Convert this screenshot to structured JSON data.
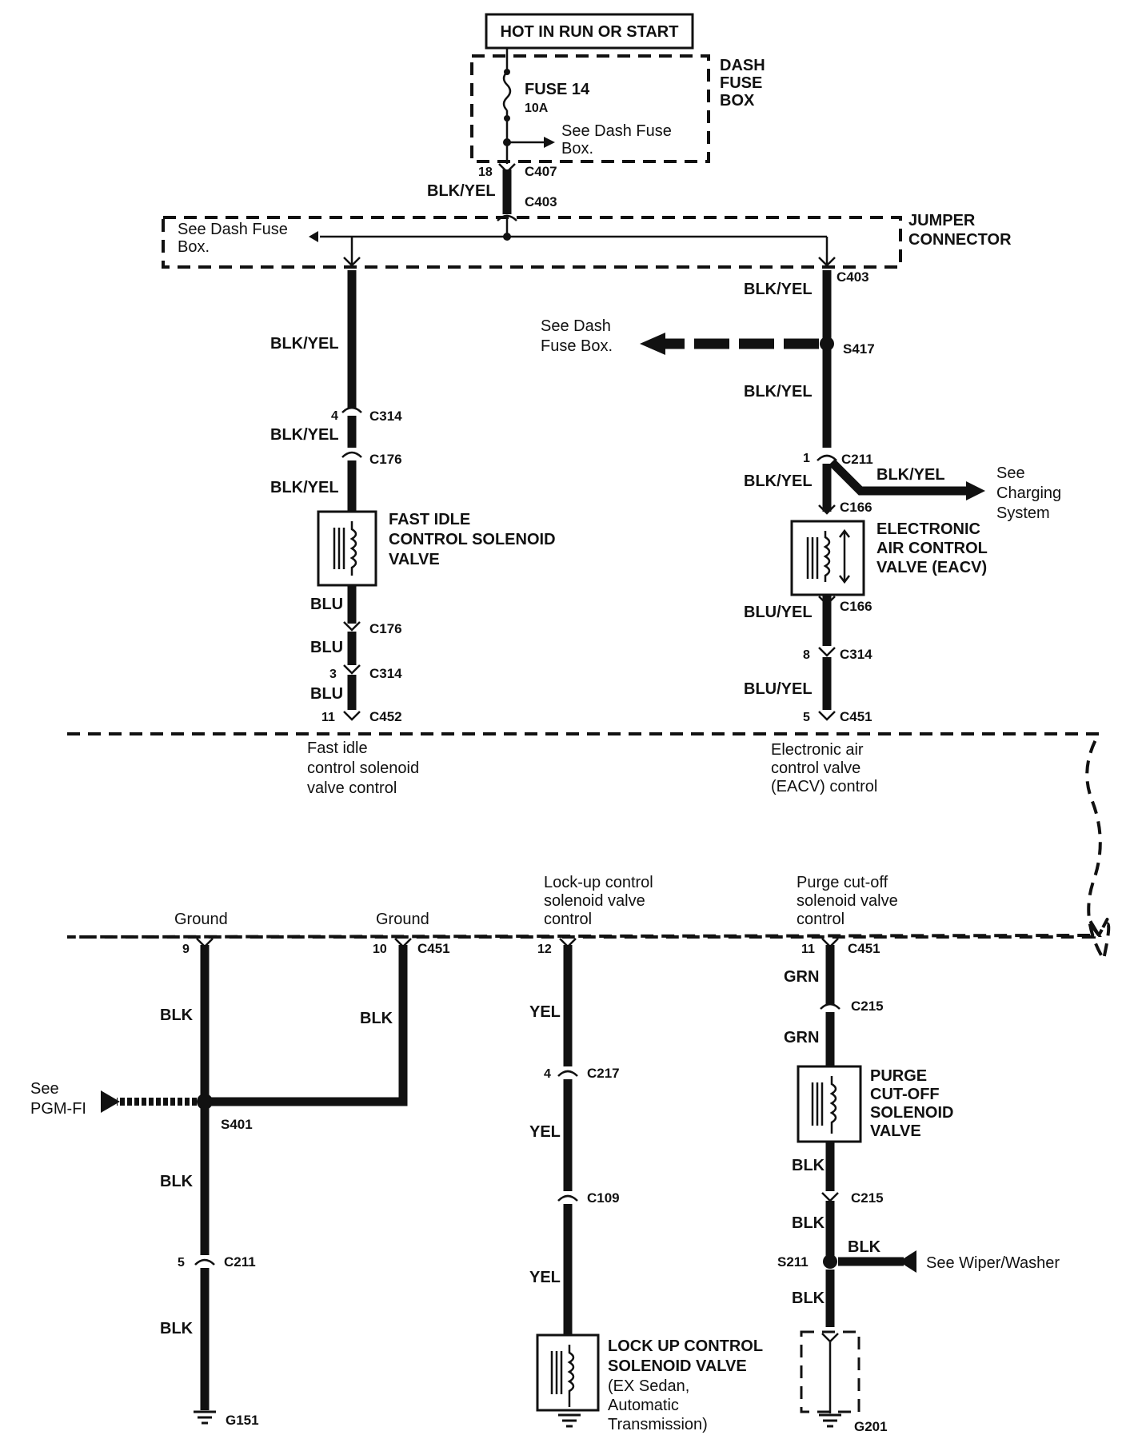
{
  "header": {
    "power_label": "HOT IN RUN OR START"
  },
  "dash_fuse_box": {
    "name_lines": [
      "DASH",
      "FUSE",
      "BOX"
    ],
    "fuse_name": "FUSE 14",
    "fuse_rating": "10A",
    "see_ref_lines": [
      "See Dash Fuse",
      "Box."
    ]
  },
  "jumper": {
    "name_lines": [
      "JUMPER",
      "CONNECTOR"
    ],
    "see_ref_lines": [
      "See Dash Fuse",
      "Box."
    ]
  },
  "connectors": {
    "c407_pin": "18",
    "c407": "C407",
    "c403_top": "C403",
    "c403_right": "C403",
    "c314_left_pin": "4",
    "c314_left": "C314",
    "c176_a": "C176",
    "c176_b": "C176",
    "c314_left2_pin": "3",
    "c314_left2": "C314",
    "c452_pin": "11",
    "c452": "C452",
    "s417": "S417",
    "c211_pin": "1",
    "c211": "C211",
    "c166_a": "C166",
    "c166_b": "C166",
    "c314_right_pin": "8",
    "c314_right": "C314",
    "c451_top_pin": "5",
    "c451_top": "C451",
    "gnd9_pin": "9",
    "gnd10_pin": "10",
    "c451_bot": "C451",
    "lock_pin": "12",
    "purge_pin": "11",
    "c451_purge": "C451",
    "c215_a": "C215",
    "c215_b": "C215",
    "c217_pin": "4",
    "c217": "C217",
    "c109": "C109",
    "s401": "S401",
    "c211_b_pin": "5",
    "c211_b": "C211",
    "g151": "G151",
    "s211": "S211",
    "g201": "G201"
  },
  "wires": {
    "blk_yel": "BLK/YEL",
    "blu": "BLU",
    "blu_yel": "BLU/YEL",
    "blk": "BLK",
    "yel": "YEL",
    "grn": "GRN"
  },
  "refs": {
    "see_dash_lines": [
      "See Dash",
      "Fuse Box."
    ],
    "charging_lines": [
      "See",
      "Charging",
      "System"
    ],
    "pgm_lines": [
      "See",
      "PGM-FI"
    ],
    "wiper": "See Wiper/Washer"
  },
  "components": {
    "fast_idle_lines": [
      "FAST IDLE",
      "CONTROL SOLENOID",
      "VALVE"
    ],
    "eacv_lines": [
      "ELECTRONIC",
      "AIR CONTROL",
      "VALVE (EACV)"
    ],
    "purge_lines": [
      "PURGE",
      "CUT-OFF",
      "SOLENOID",
      "VALVE"
    ],
    "lockup_lines": [
      "LOCK UP CONTROL",
      "SOLENOID VALVE"
    ],
    "lockup_note_lines": [
      "(EX Sedan,",
      "Automatic",
      "Transmission)"
    ]
  },
  "ecm": {
    "fast_idle_ctrl_lines": [
      "Fast idle",
      "control solenoid",
      "valve control"
    ],
    "eacv_ctrl_lines": [
      "Electronic air",
      "control valve",
      "(EACV) control"
    ],
    "ground_a": "Ground",
    "ground_b": "Ground",
    "lockup_ctrl_lines": [
      "Lock-up control",
      "solenoid valve",
      "control"
    ],
    "purge_ctrl_lines": [
      "Purge cut-off",
      "solenoid valve",
      "control"
    ]
  },
  "colors": {
    "ink": "#111111",
    "background": "#ffffff"
  }
}
